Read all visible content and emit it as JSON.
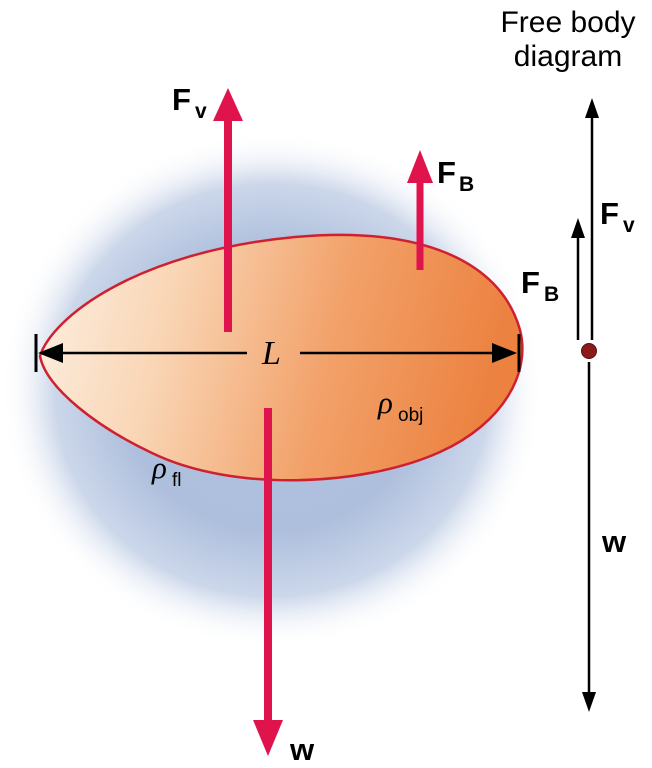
{
  "title": {
    "line1": "Free body",
    "line2": "diagram"
  },
  "labels": {
    "viscous_force": {
      "main": "F",
      "sub": "v"
    },
    "buoyant_force": {
      "main": "F",
      "sub": "B"
    },
    "weight": "w",
    "length": "L",
    "fluid_density": {
      "main": "ρ",
      "sub": "fl"
    },
    "object_density": {
      "main": "ρ",
      "sub": "obj"
    }
  },
  "free_body": {
    "viscous_force": {
      "main": "F",
      "sub": "v"
    },
    "buoyant_force": {
      "main": "F",
      "sub": "B"
    },
    "weight": "w"
  },
  "colors": {
    "force_arrow_red": "#e0144c",
    "object_fill": "#ee8246",
    "object_outline": "#cf2030",
    "fluid_blue": "#aebfdd",
    "dimension_black": "#000000",
    "fbd_dot": "#8b1a1a",
    "text": "#000000"
  }
}
